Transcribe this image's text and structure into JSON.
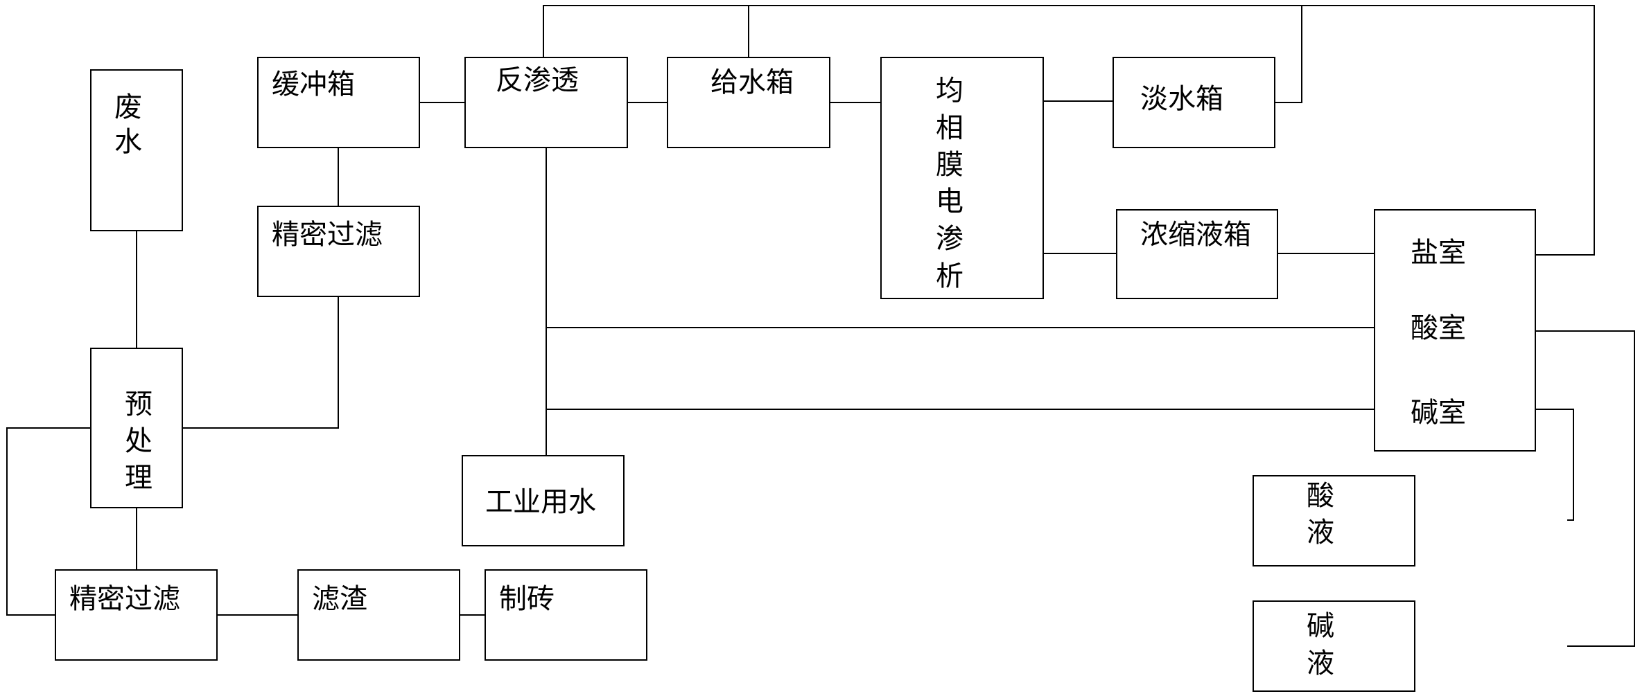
{
  "nodes": {
    "wastewater": "废水",
    "pretreatment": "预处理",
    "precision_filter_lower": "精密过滤",
    "filter_residue": "滤渣",
    "brick_making": "制砖",
    "buffer_tank": "缓冲箱",
    "precision_filter_upper": "精密过滤",
    "reverse_osmosis": "反渗透",
    "industrial_water": "工业用水",
    "feed_tank": "给水箱",
    "homogeneous_membrane_ed": "均相膜电渗析",
    "fresh_water_tank": "淡水箱",
    "concentrate_tank": "浓缩液箱",
    "salt_chamber": "盐室",
    "acid_chamber": "酸室",
    "base_chamber": "碱室",
    "acid_liquid": "酸液",
    "base_liquid": "碱液"
  }
}
